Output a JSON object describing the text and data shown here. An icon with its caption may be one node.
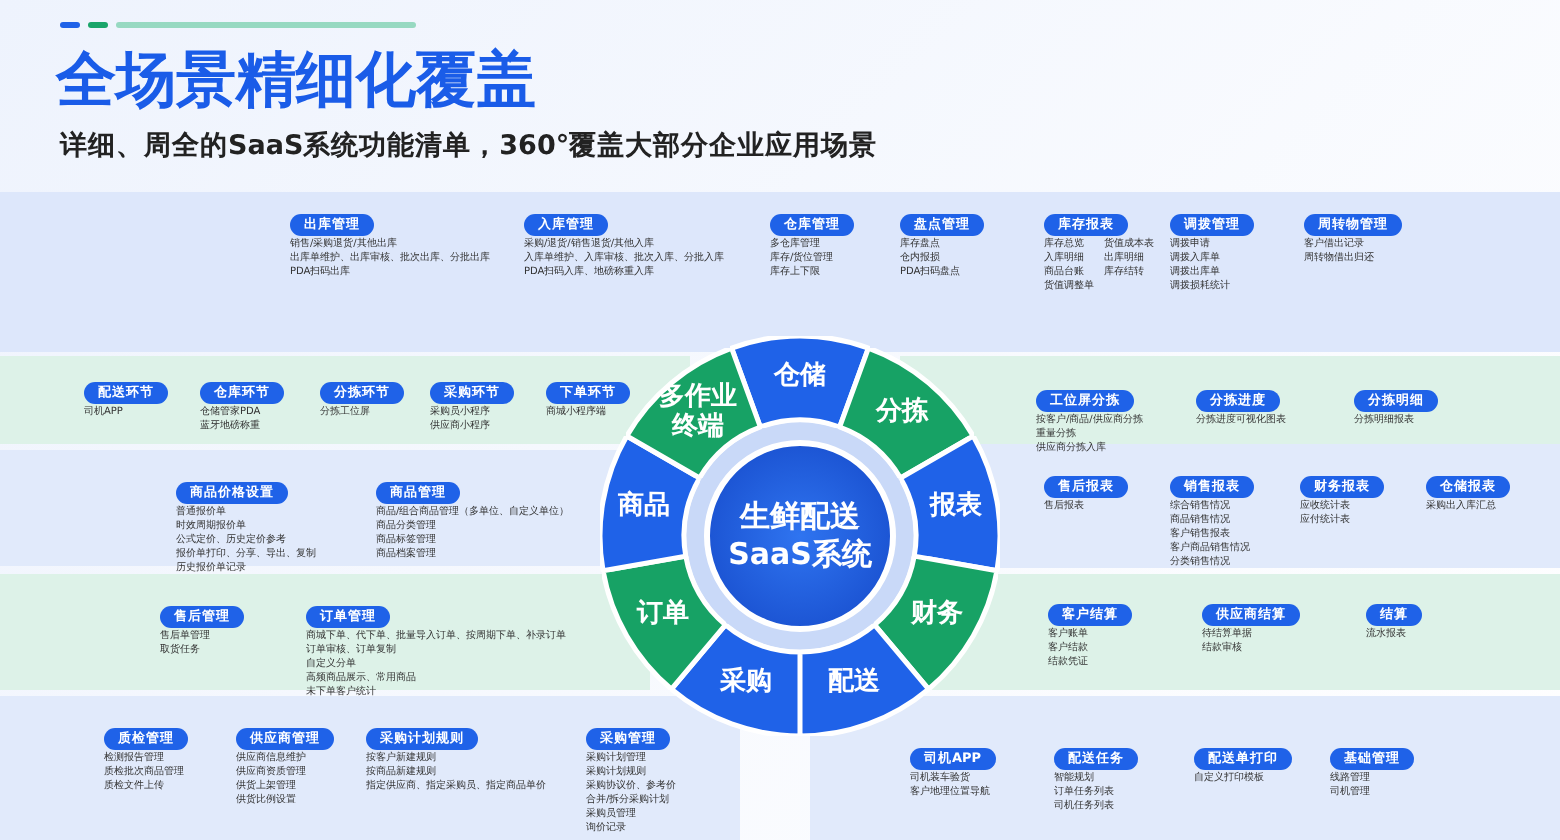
{
  "diagram": {
    "title": "全场景精细化覆盖",
    "nodes": [
      {
        "text": [
          "生鲜配送SaaS系统"
        ]
      },
      {
        "text": [
          "仓储"
        ]
      },
      {
        "text": [
          "分拣"
        ]
      },
      {
        "text": [
          "报表"
        ]
      },
      {
        "text": [
          "财务"
        ]
      },
      {
        "text": [
          "配送"
        ]
      },
      {
        "text": [
          "采购"
        ]
      },
      {
        "text": [
          "订单"
        ]
      },
      {
        "text": [
          "商品"
        ]
      },
      {
        "text": [
          "多作业终端"
        ]
      },
      {
        "text": [
          "出库管理",
          "销售/采购退货/其他出库",
          "出库单维护、出库审核、批次出库、分批出库",
          "PDA扫码出库"
        ]
      },
      {
        "text": [
          "入库管理",
          "采购/退货/销售退货/其他入库",
          "入库单维护、入库审核、批次入库、分批入库",
          "PDA扫码入库、地磅称重入库"
        ]
      },
      {
        "text": [
          "仓库管理",
          "多仓库管理",
          "库存/货位管理",
          "库存上下限"
        ]
      },
      {
        "text": [
          "盘点管理",
          "库存盘点",
          "仓内报损",
          "PDA扫码盘点"
        ]
      },
      {
        "text": [
          "库存报表",
          "库存总览",
          "货值成本表",
          "入库明细",
          "出库明细",
          "商品台账",
          "库存结转",
          "货值调整单"
        ]
      },
      {
        "text": [
          "调拨管理",
          "调拨申请",
          "调拨入库单",
          "调拨出库单",
          "调拨损耗统计"
        ]
      },
      {
        "text": [
          "周转物管理",
          "客户借出记录",
          "周转物借出归还"
        ]
      },
      {
        "text": [
          "配送环节",
          "司机APP"
        ]
      },
      {
        "text": [
          "仓库环节",
          "仓储管家PDA",
          "蓝牙地磅称重"
        ]
      },
      {
        "text": [
          "分拣环节",
          "分拣工位屏"
        ]
      },
      {
        "text": [
          "采购环节",
          "采购员小程序",
          "供应商小程序"
        ]
      },
      {
        "text": [
          "下单环节",
          "商城小程序端"
        ]
      },
      {
        "text": [
          "工位屏分拣",
          "按客户/商品/供应商分拣",
          "重量分拣",
          "供应商分拣入库"
        ]
      },
      {
        "text": [
          "分拣进度",
          "分拣进度可视化图表"
        ]
      },
      {
        "text": [
          "分拣明细",
          "分拣明细报表"
        ]
      },
      {
        "text": [
          "商品价格设置",
          "普通报价单",
          "时效周期报价单",
          "公式定价、历史定价参考",
          "报价单打印、分享、导出、复制",
          "历史报价单记录"
        ]
      },
      {
        "text": [
          "商品管理",
          "商品/组合商品管理（多单位、自定义单位）",
          "商品分类管理",
          "商品标签管理",
          "商品档案管理"
        ]
      },
      {
        "text": [
          "售后报表",
          "售后报表"
        ]
      },
      {
        "text": [
          "销售报表",
          "综合销售情况",
          "商品销售情况",
          "客户销售报表",
          "客户商品销售情况",
          "分类销售情况"
        ]
      },
      {
        "text": [
          "财务报表",
          "应收统计表",
          "应付统计表"
        ]
      },
      {
        "text": [
          "仓储报表",
          "采购出入库汇总"
        ]
      },
      {
        "text": [
          "售后管理",
          "售后单管理",
          "取货任务"
        ]
      },
      {
        "text": [
          "订单管理",
          "商城下单、代下单、批量导入订单、按周期下单、补录订单",
          "订单审核、订单复制",
          "自定义分单",
          "高频商品展示、常用商品",
          "未下单客户统计"
        ]
      },
      {
        "text": [
          "客户结算",
          "客户账单",
          "客户结款",
          "结款凭证"
        ]
      },
      {
        "text": [
          "供应商结算",
          "待结算单据",
          "结款审核"
        ]
      },
      {
        "text": [
          "结算",
          "流水报表"
        ]
      },
      {
        "text": [
          "质检管理",
          "检测报告管理",
          "质检批次商品管理",
          "质检文件上传"
        ]
      },
      {
        "text": [
          "供应商管理",
          "供应商信息维护",
          "供应商资质管理",
          "供货上架管理",
          "供货比例设置"
        ]
      },
      {
        "text": [
          "采购计划规则",
          "按客户新建规则",
          "按商品新建规则",
          "指定供应商、指定采购员、指定商品单价"
        ]
      },
      {
        "text": [
          "采购管理",
          "采购计划管理",
          "采购计划规则",
          "采购协议价、参考价",
          "合并/拆分采购计划",
          "采购员管理",
          "询价记录"
        ]
      },
      {
        "text": [
          "司机APP",
          "司机装车验货",
          "客户地理位置导航"
        ]
      },
      {
        "text": [
          "配送任务",
          "智能规划",
          "订单任务列表",
          "司机任务列表"
        ]
      },
      {
        "text": [
          "配送单打印",
          "自定义打印模板"
        ]
      },
      {
        "text": [
          "基础管理",
          "线路管理",
          "司机管理"
        ]
      }
    ],
    "labels": [
      "详细、周全的SaaS系统功能清单，360°覆盖大部分企业应用场景"
    ]
  }
}
